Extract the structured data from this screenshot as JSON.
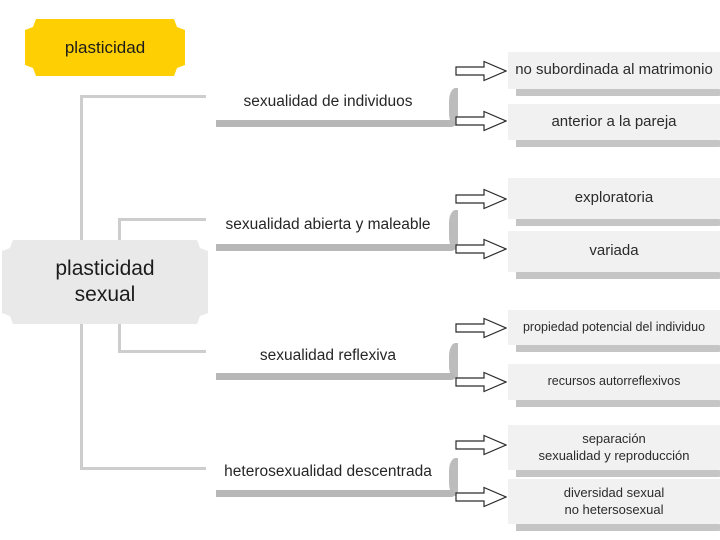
{
  "colors": {
    "accent_yellow": "#fecf02",
    "plaque_gray": "#e9e9e9",
    "leaf_gray": "#f1f1f1",
    "shadow_gray": "#b7b7b7",
    "connector_gray": "#cdcdcd",
    "text_dark": "#1c1c1c"
  },
  "nodes": {
    "root": "plasticidad",
    "main": "plasticidad\nsexual"
  },
  "branches": [
    {
      "label": "sexualidad de individuos",
      "leaves": [
        "no subordinada al matrimonio",
        "anterior a la pareja"
      ]
    },
    {
      "label": "sexualidad abierta y maleable",
      "leaves": [
        "exploratoria",
        "variada"
      ]
    },
    {
      "label": "sexualidad reflexiva",
      "leaves": [
        "propiedad potencial del individuo",
        "recursos autorreflexivos"
      ]
    },
    {
      "label": "heterosexualidad descentrada",
      "leaves": [
        "separación\nsexualidad y reproducción",
        "diversidad sexual\nno hetersosexual"
      ]
    }
  ]
}
